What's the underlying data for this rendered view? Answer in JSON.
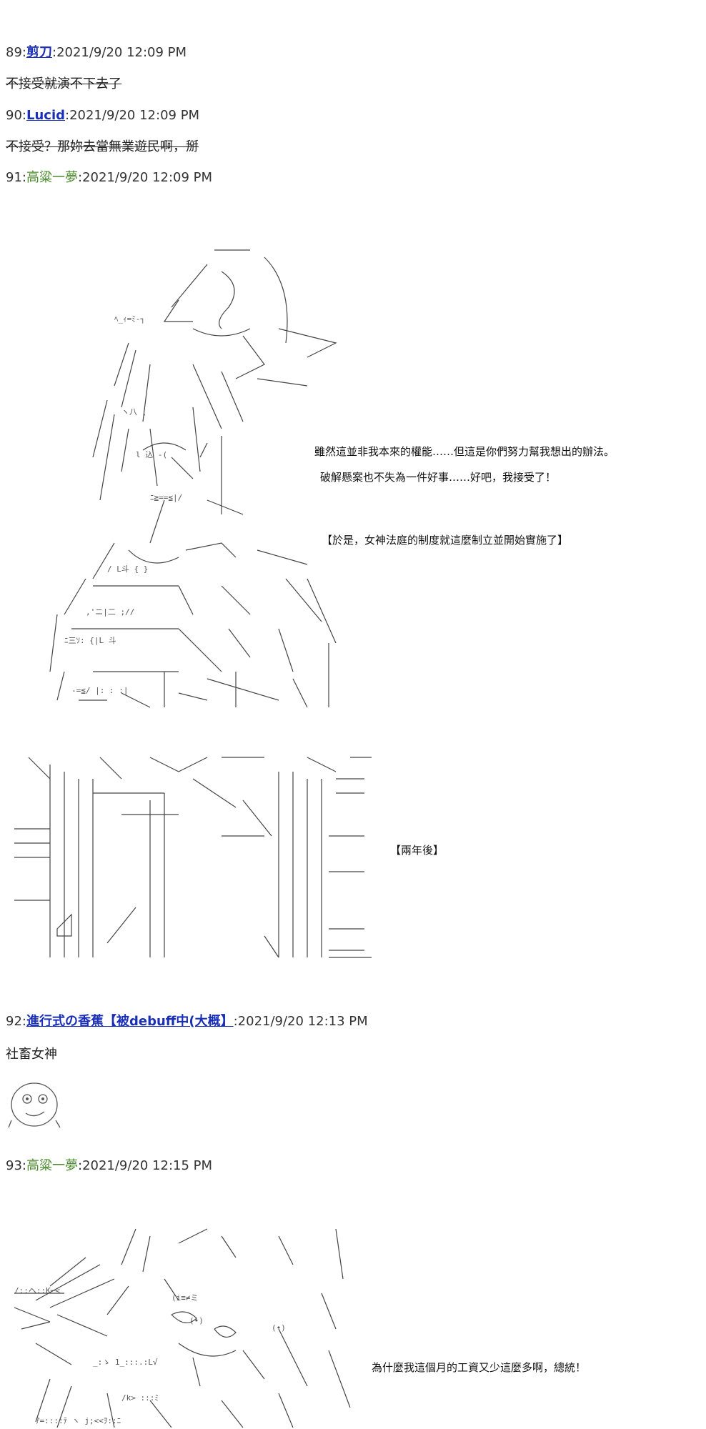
{
  "posts": [
    {
      "num": "89",
      "author": "剪刀",
      "time": "2021/9/20 12:09 PM",
      "body": "不接受就演不下去了"
    },
    {
      "num": "90",
      "author": "Lucid",
      "time": "2021/9/20 12:09 PM",
      "body": "不接受？那妳去當無業遊民啊，掰"
    },
    {
      "num": "91",
      "author": "高粱一夢",
      "time": "2021/9/20 12:09 PM",
      "lines": [
        "雖然這並非我本來的權能……但這是你們努力幫我想出的辦法。",
        "破解懸案也不失為一件好事……好吧，我接受了！",
        "【於是，女神法庭的制度就這麼制立並開始實施了】",
        "【兩年後】"
      ]
    },
    {
      "num": "92",
      "author": "進行式の香蕉【被debuff中(大概】",
      "time": "2021/9/20 12:13 PM",
      "body": "社畜女神"
    },
    {
      "num": "93",
      "author": "高粱一夢",
      "time": "2021/9/20 12:15 PM",
      "lines": [
        "為什麼我這個月的工資又少這麼多啊，總統！"
      ]
    }
  ],
  "colors": {
    "link": "#1a2fb8",
    "green": "#4b8a2e",
    "text": "#333333"
  }
}
